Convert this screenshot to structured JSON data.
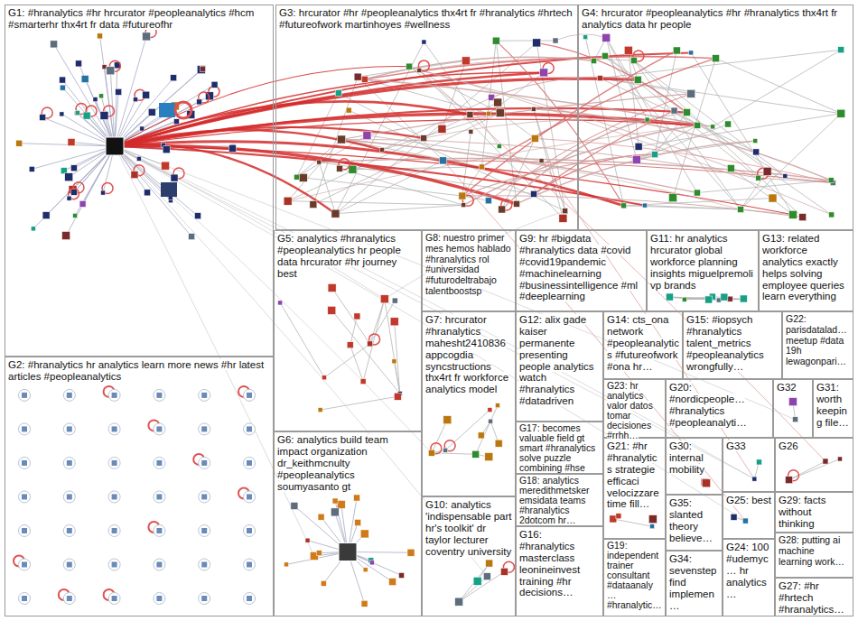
{
  "diagram": {
    "nodes": [
      {
        "text": [
          "G1: #hranalytics #hr hrcurator #peopleanalytics #hcm #smarterhr thx4rt fr data #futureofhr"
        ]
      },
      {
        "text": [
          "G3: hrcurator #hr #peopleanalytics thx4rt fr #hranalytics #hrtech #futureofwork martinhoyes #wellness"
        ]
      },
      {
        "text": [
          "G4: hrcurator #peopleanalytics #hr #hranalytics thx4rt fr analytics data hr people"
        ]
      },
      {
        "text": [
          "G5: analytics #hranalytics #peopleanalytics hr people data hrcurator #hr journey best"
        ]
      },
      {
        "text": [
          "G8: nuestro primer mes hemos hablado #hranalytics rol #universidad #futurodeltrabajo talentboostsp"
        ]
      },
      {
        "text": [
          "G9: hr #bigdata #hranalytics data #covid #covid19pandemic #machinelearning #businessintelligence #ml #deeplearning"
        ]
      },
      {
        "text": [
          "G11: hr analytics hrcurator global workforce planning insights miguelpremoli vp brands"
        ]
      },
      {
        "text": [
          "G13: related workforce analytics exactly helps solving employee queries learn everything"
        ]
      },
      {
        "text": [
          "G12: alix gade kaiser permanente presenting people analytics watch #hranalytics #datadriven"
        ]
      },
      {
        "text": [
          "G14: cts_ona network #peopleanalytics #futureofwork #ona hr…"
        ]
      },
      {
        "text": [
          "G15: #iopsych #hranalytics talent_metrics #peopleanalytics wrongfully…"
        ]
      },
      {
        "text": [
          "G22: parisdatalad… meetup #data 19h lewagonpari…"
        ]
      },
      {
        "text": [
          "G23: hr analytics valor datos tomar decisiones #rrhh…"
        ]
      },
      {
        "text": [
          "G20: #nordicpeople… #hranalytics #peopleanalyti…"
        ]
      },
      {
        "text": [
          "G32"
        ]
      },
      {
        "text": [
          "G31: worth keeping file…"
        ]
      },
      {
        "text": [
          "G2: #hranalytics hr analytics learn more news #hr latest articles #peopleanalytics"
        ]
      },
      {
        "text": [
          "G7: hrcurator #hranalytics mahesht2410836 appcogdia syncstructions thx4rt fr workforce analytics model"
        ]
      },
      {
        "text": [
          "G17: becomes valuable field gt smart #hranalytics solve puzzle combining #hse"
        ]
      },
      {
        "text": [
          "G30: internal mobility"
        ]
      },
      {
        "text": [
          "G33"
        ]
      },
      {
        "text": [
          "G26"
        ]
      },
      {
        "text": [
          "G18: analytics meredithmetsker emsidata teams #hranalytics 2dotcom hr…"
        ]
      },
      {
        "text": [
          "G21: #hr #hranalytics strategie efficaci velocizzare time fill…"
        ]
      },
      {
        "text": [
          "G35: slanted theory believe…"
        ]
      },
      {
        "text": [
          "G25: best"
        ]
      },
      {
        "text": [
          "G29: facts without thinking"
        ]
      },
      {
        "text": [
          "G6: analytics build team impact organization dr_keithmcnulty #peopleanalytics soumyasanto gt"
        ]
      },
      {
        "text": [
          "G10: analytics 'indispensable part hr's toolkit' dr taylor lecturer coventry university"
        ]
      },
      {
        "text": [
          "G16: #hranalytics masterclass leonineinvest training #hr decisions…"
        ]
      },
      {
        "text": [
          "G19: independent trainer consultant #dataanaly… #hranalytic…"
        ]
      },
      {
        "text": [
          "G34: sevenstep find implemen…"
        ]
      },
      {
        "text": [
          "G24: 100 #udemyc… hr analytics…"
        ]
      },
      {
        "text": [
          "G28: putting ai machine learning work…"
        ]
      },
      {
        "text": [
          "G27: #hr #hrtech #hranalytics…"
        ]
      }
    ]
  }
}
